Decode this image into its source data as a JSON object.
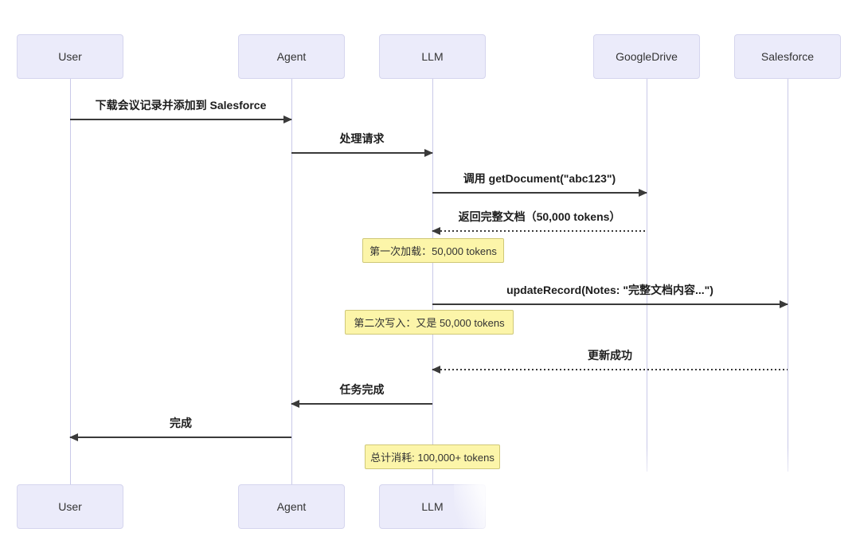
{
  "diagram_type": "sequence-diagram",
  "participants": [
    {
      "id": "user",
      "label": "User"
    },
    {
      "id": "agent",
      "label": "Agent"
    },
    {
      "id": "llm",
      "label": "LLM"
    },
    {
      "id": "googledrive",
      "label": "GoogleDrive"
    },
    {
      "id": "salesforce",
      "label": "Salesforce"
    }
  ],
  "messages": [
    {
      "from": "User",
      "to": "Agent",
      "style": "solid",
      "label": "下载会议记录并添加到 Salesforce"
    },
    {
      "from": "Agent",
      "to": "LLM",
      "style": "solid",
      "label": "处理请求"
    },
    {
      "from": "LLM",
      "to": "GoogleDrive",
      "style": "solid",
      "label": "调用 getDocument(\"abc123\")"
    },
    {
      "from": "GoogleDrive",
      "to": "LLM",
      "style": "dashed",
      "label": "返回完整文档（50,000 tokens）"
    },
    {
      "from": "LLM",
      "to": "Salesforce",
      "style": "solid",
      "label": "updateRecord(Notes: \"完整文档内容...\")"
    },
    {
      "from": "Salesforce",
      "to": "LLM",
      "style": "dashed",
      "label": "更新成功"
    },
    {
      "from": "LLM",
      "to": "Agent",
      "style": "solid",
      "label": "任务完成"
    },
    {
      "from": "Agent",
      "to": "User",
      "style": "solid",
      "label": "完成"
    }
  ],
  "notes": [
    {
      "over": "LLM",
      "label": "第一次加载：50,000 tokens"
    },
    {
      "over": "LLM",
      "label": "第二次写入：又是 50,000 tokens"
    },
    {
      "over": "LLM",
      "label": "总计消耗: 100,000+ tokens"
    }
  ],
  "colors": {
    "actor_fill": "#EBEBFA",
    "actor_border": "#D5D5EE",
    "lifeline": "#C9C9E8",
    "arrow": "#3a3a3a",
    "note_fill": "#FCF5A9",
    "note_border": "#CFC878",
    "text": "#262626"
  }
}
